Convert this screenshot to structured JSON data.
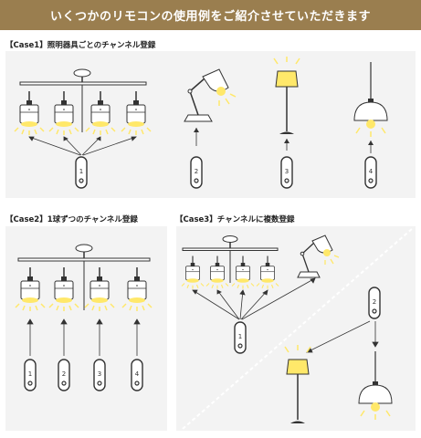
{
  "header": {
    "title": "いくつかのリモコンの使用例をご紹介させていただきます"
  },
  "case1": {
    "label": "【Case1】照明器具ごとのチャンネル登録",
    "remotes": [
      "1",
      "2",
      "3",
      "4"
    ]
  },
  "case2": {
    "label": "【Case2】1球ずつのチャンネル登録",
    "remotes": [
      "1",
      "2",
      "3",
      "4"
    ]
  },
  "case3": {
    "label": "【Case3】チャンネルに複数登録",
    "remotes": [
      "1",
      "2"
    ]
  },
  "colors": {
    "banner": "#9a7e4f",
    "light": "#ffe86a",
    "panel": "#f3f3f3",
    "line": "#333333"
  }
}
